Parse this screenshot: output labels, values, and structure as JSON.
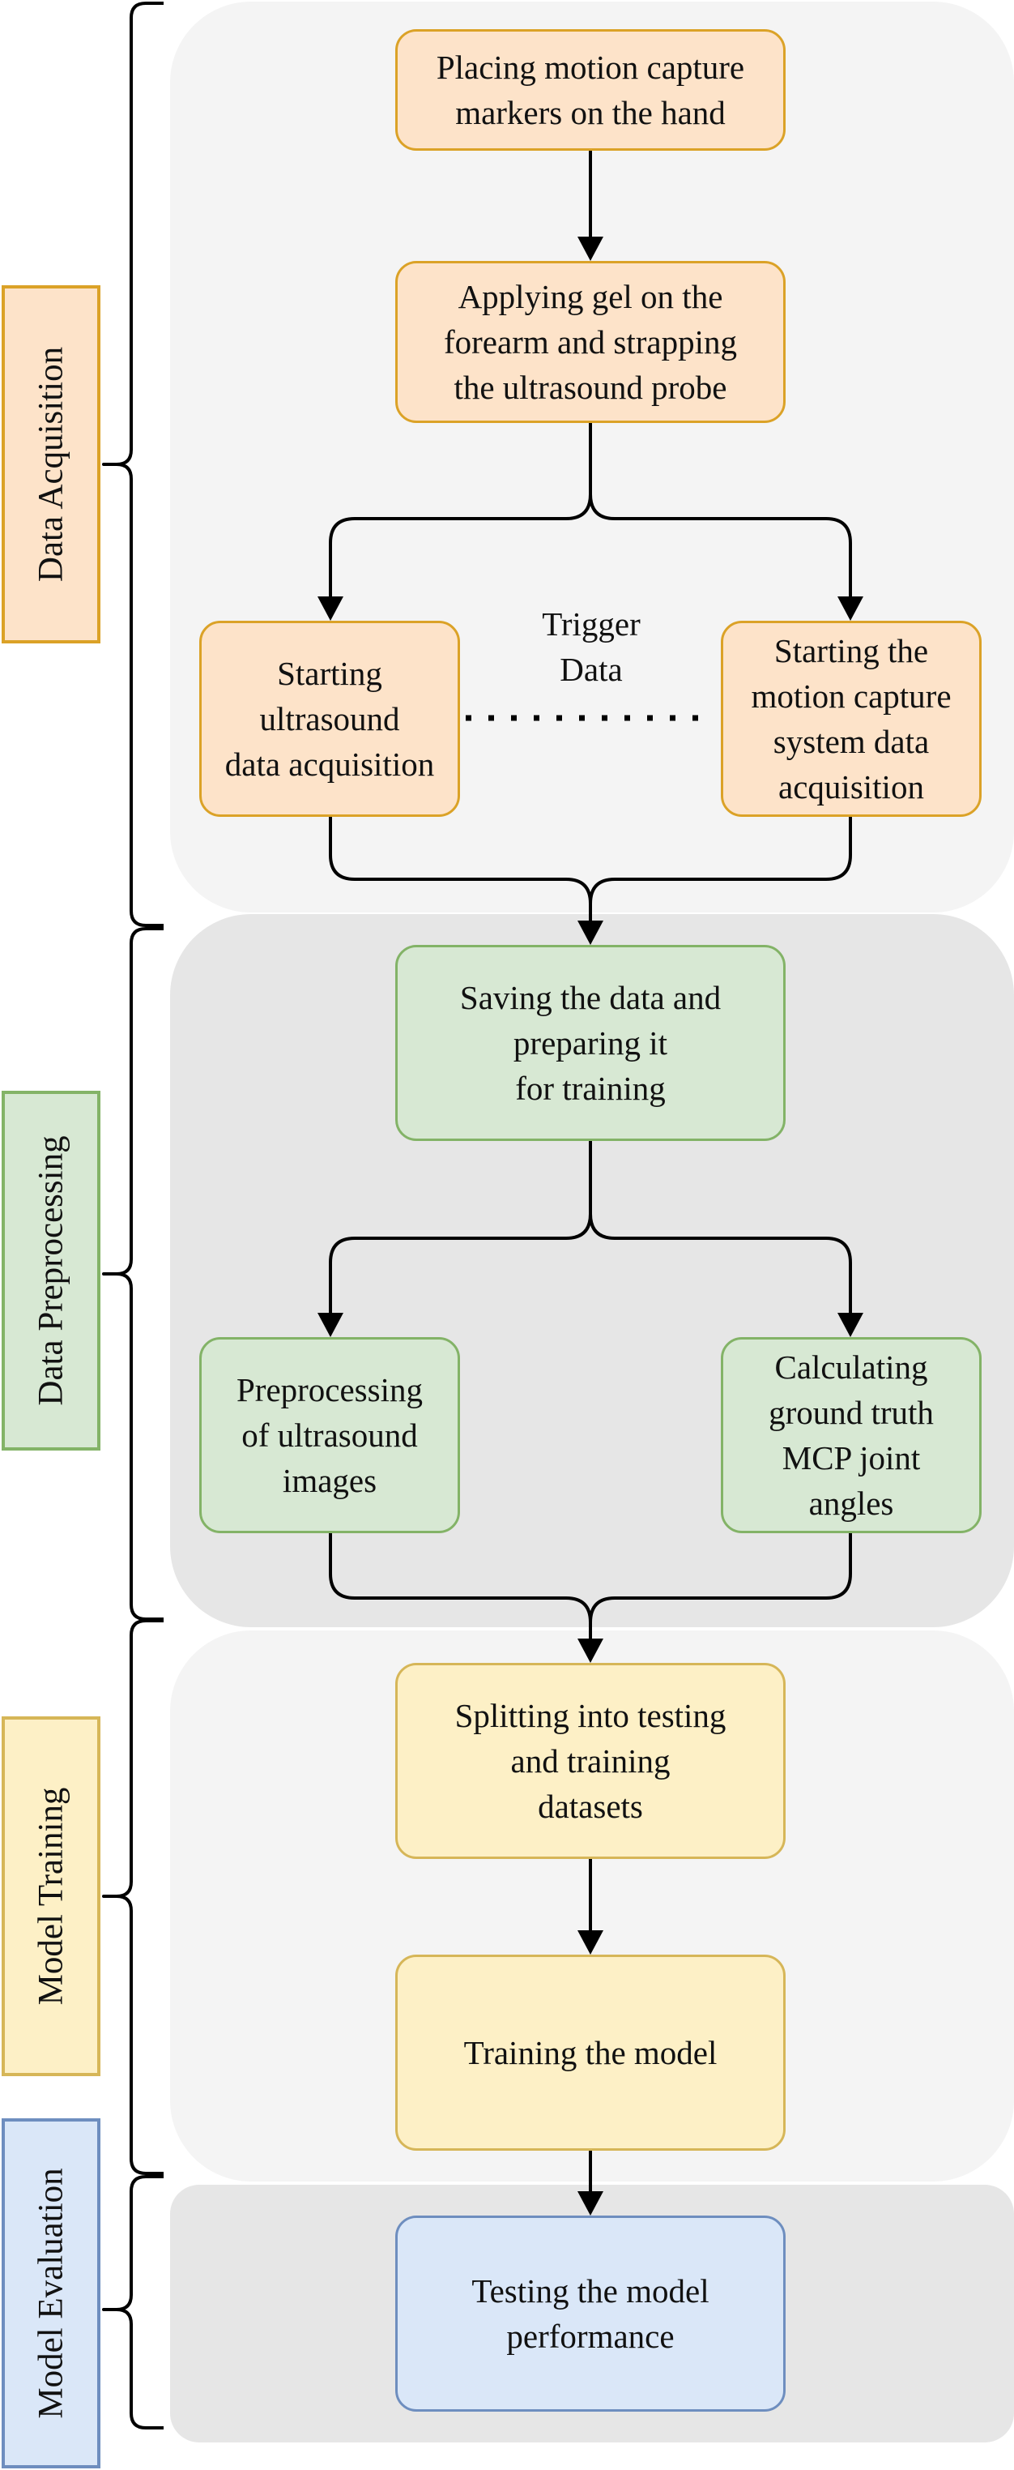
{
  "stages": {
    "acquisition": "Data Acquisition",
    "preprocessing": "Data Preprocessing",
    "training": "Model Training",
    "evaluation": "Model Evaluation"
  },
  "nodes": {
    "markers": "Placing motion capture\nmarkers on the hand",
    "gel": "Applying gel on the\nforearm and strapping\nthe ultrasound probe",
    "us_acq": "Starting\nultrasound\ndata acquisition",
    "mocap_acq": "Starting the\nmotion capture\nsystem data\nacquisition",
    "saving": "Saving the data and\npreparing it\nfor training",
    "preproc": "Preprocessing\nof ultrasound\nimages",
    "ground_truth": "Calculating\nground truth\nMCP joint\nangles",
    "splitting": "Splitting into testing\nand training\ndatasets",
    "train_model": "Training the model",
    "testing": "Testing the model\nperformance"
  },
  "labels": {
    "trigger": "Trigger\nData"
  },
  "colors": {
    "acquisition": "#fde3c9",
    "preprocessing": "#d7e8d3",
    "training": "#fdf0c6",
    "evaluation": "#dae7f8"
  }
}
